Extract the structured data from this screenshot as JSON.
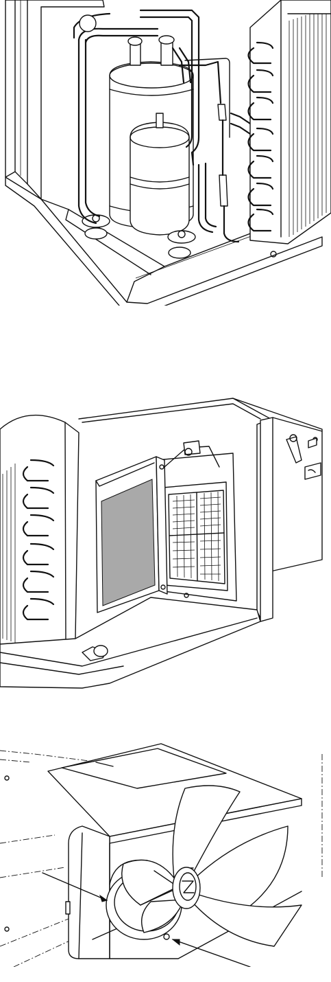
{
  "figures": [
    {
      "name": "compressor-assembly"
    },
    {
      "name": "filter-access-panel"
    },
    {
      "name": "condenser-fan-assembly"
    }
  ],
  "colors": {
    "ink": "#111111",
    "paper": "#ffffff",
    "filter_media": "#a9a9a9"
  },
  "callouts": [
    {
      "label": ""
    },
    {
      "label": ""
    }
  ]
}
